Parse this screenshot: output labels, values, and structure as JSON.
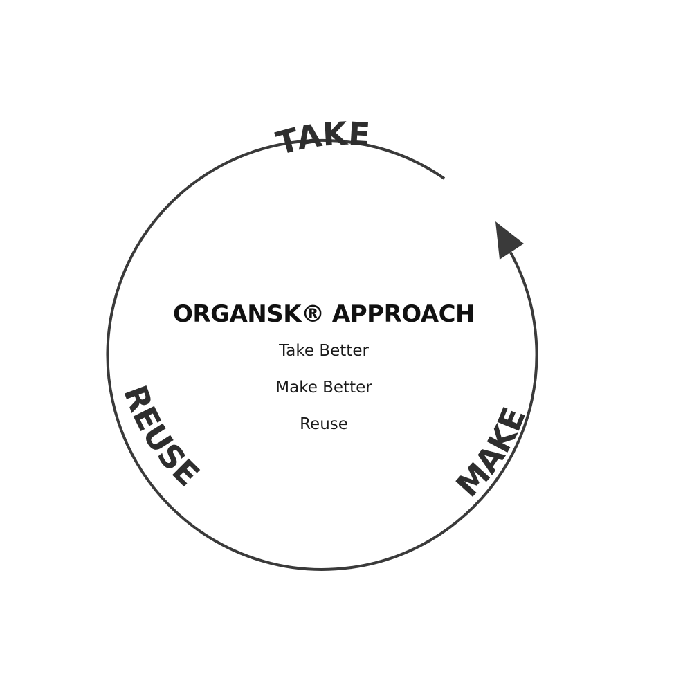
{
  "diagram": {
    "title": "ORGANSK® APPROACH",
    "items": [
      "Take Better",
      "Make Better",
      "Reuse"
    ],
    "cycle_labels": {
      "take": "TAKE",
      "make": "MAKE",
      "reuse": "REUSE"
    },
    "stroke_color": "#3a3a3a",
    "text_color": "#111111"
  }
}
